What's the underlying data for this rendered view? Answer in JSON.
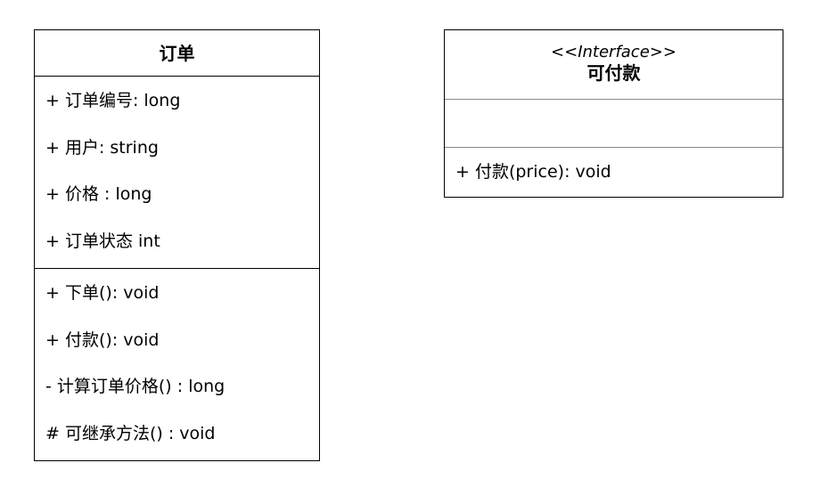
{
  "order_class": {
    "name": "订单",
    "attributes": [
      "+ 订单编号: long",
      "+ 用户: string",
      "+ 价格 : long",
      "+ 订单状态 int"
    ],
    "methods": [
      "+ 下单(): void",
      "+ 付款(): void",
      "- 计算订单价格() : long",
      "# 可继承方法() : void"
    ]
  },
  "payable_interface": {
    "stereotype": "<<Interface>>",
    "name": "可付款",
    "attributes": [],
    "methods": [
      "+ 付款(price): void"
    ]
  },
  "colors": {
    "border": "#000000",
    "interface_divider": "#8a8a8a",
    "background": "#ffffff"
  }
}
